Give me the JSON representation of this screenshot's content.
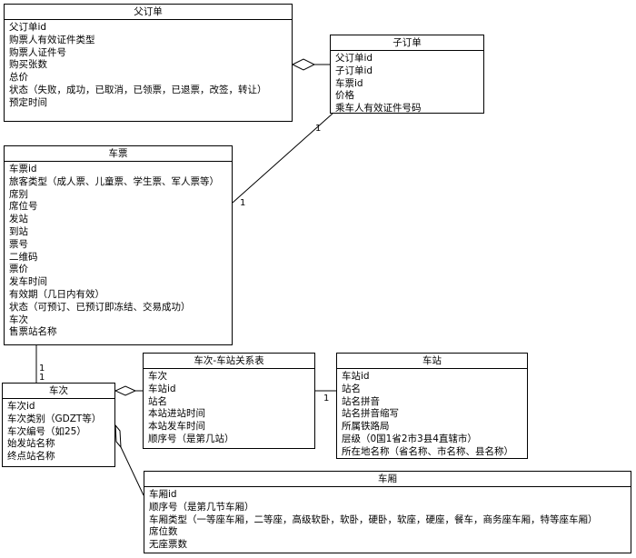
{
  "entities": {
    "parent_order": {
      "title": "父订单",
      "attributes": [
        "父订单id",
        "购票人有效证件类型",
        "购票人证件号",
        "购买张数",
        "总价",
        "状态（失败，成功，已取消，已领票，已退票，改签，转让）",
        "预定时间"
      ]
    },
    "child_order": {
      "title": "子订单",
      "attributes": [
        "父订单id",
        "子订单id",
        "车票id",
        "价格",
        "乘车人有效证件号码"
      ]
    },
    "ticket": {
      "title": "车票",
      "attributes": [
        "车票id",
        "旅客类型（成人票、儿童票、学生票、军人票等）",
        "席别",
        "席位号",
        "发站",
        "到站",
        "票号",
        "二维码",
        "票价",
        "发车时间",
        "有效期（几日内有效）",
        "状态（可预订、已预订即冻结、交易成功）",
        "车次",
        "售票站名称"
      ]
    },
    "train_station_relation": {
      "title": "车次-车站关系表",
      "attributes": [
        "车次",
        "车站id",
        "站名",
        "本站进站时间",
        "本站发车时间",
        "顺序号（是第几站）"
      ]
    },
    "station": {
      "title": "车站",
      "attributes": [
        "车站id",
        "站名",
        "站名拼音",
        "站名拼音缩写",
        "所属铁路局",
        "层级（0国1省2市3县4直辖市）",
        "所在地名称（省名称、市名称、县名称）"
      ]
    },
    "train": {
      "title": "车次",
      "attributes": [
        "车次id",
        "车次类别（GDZT等）",
        "车次编号（如25）",
        "始发站名称",
        "终点站名称"
      ]
    },
    "carriage": {
      "title": "车厢",
      "attributes": [
        "车厢id",
        "顺序号（是第几节车厢）",
        "车厢类型（一等座车厢，二等座，高级软卧，软卧，硬卧，软座，硬座，餐车，商务座车厢，特等座车厢）",
        "席位数",
        "无座票数"
      ]
    }
  },
  "multiplicities": {
    "child_to_ticket_top": "1",
    "child_to_ticket_bottom": "1",
    "ticket_train_upper": "1",
    "ticket_train_lower": "1",
    "relation_station": "1"
  }
}
